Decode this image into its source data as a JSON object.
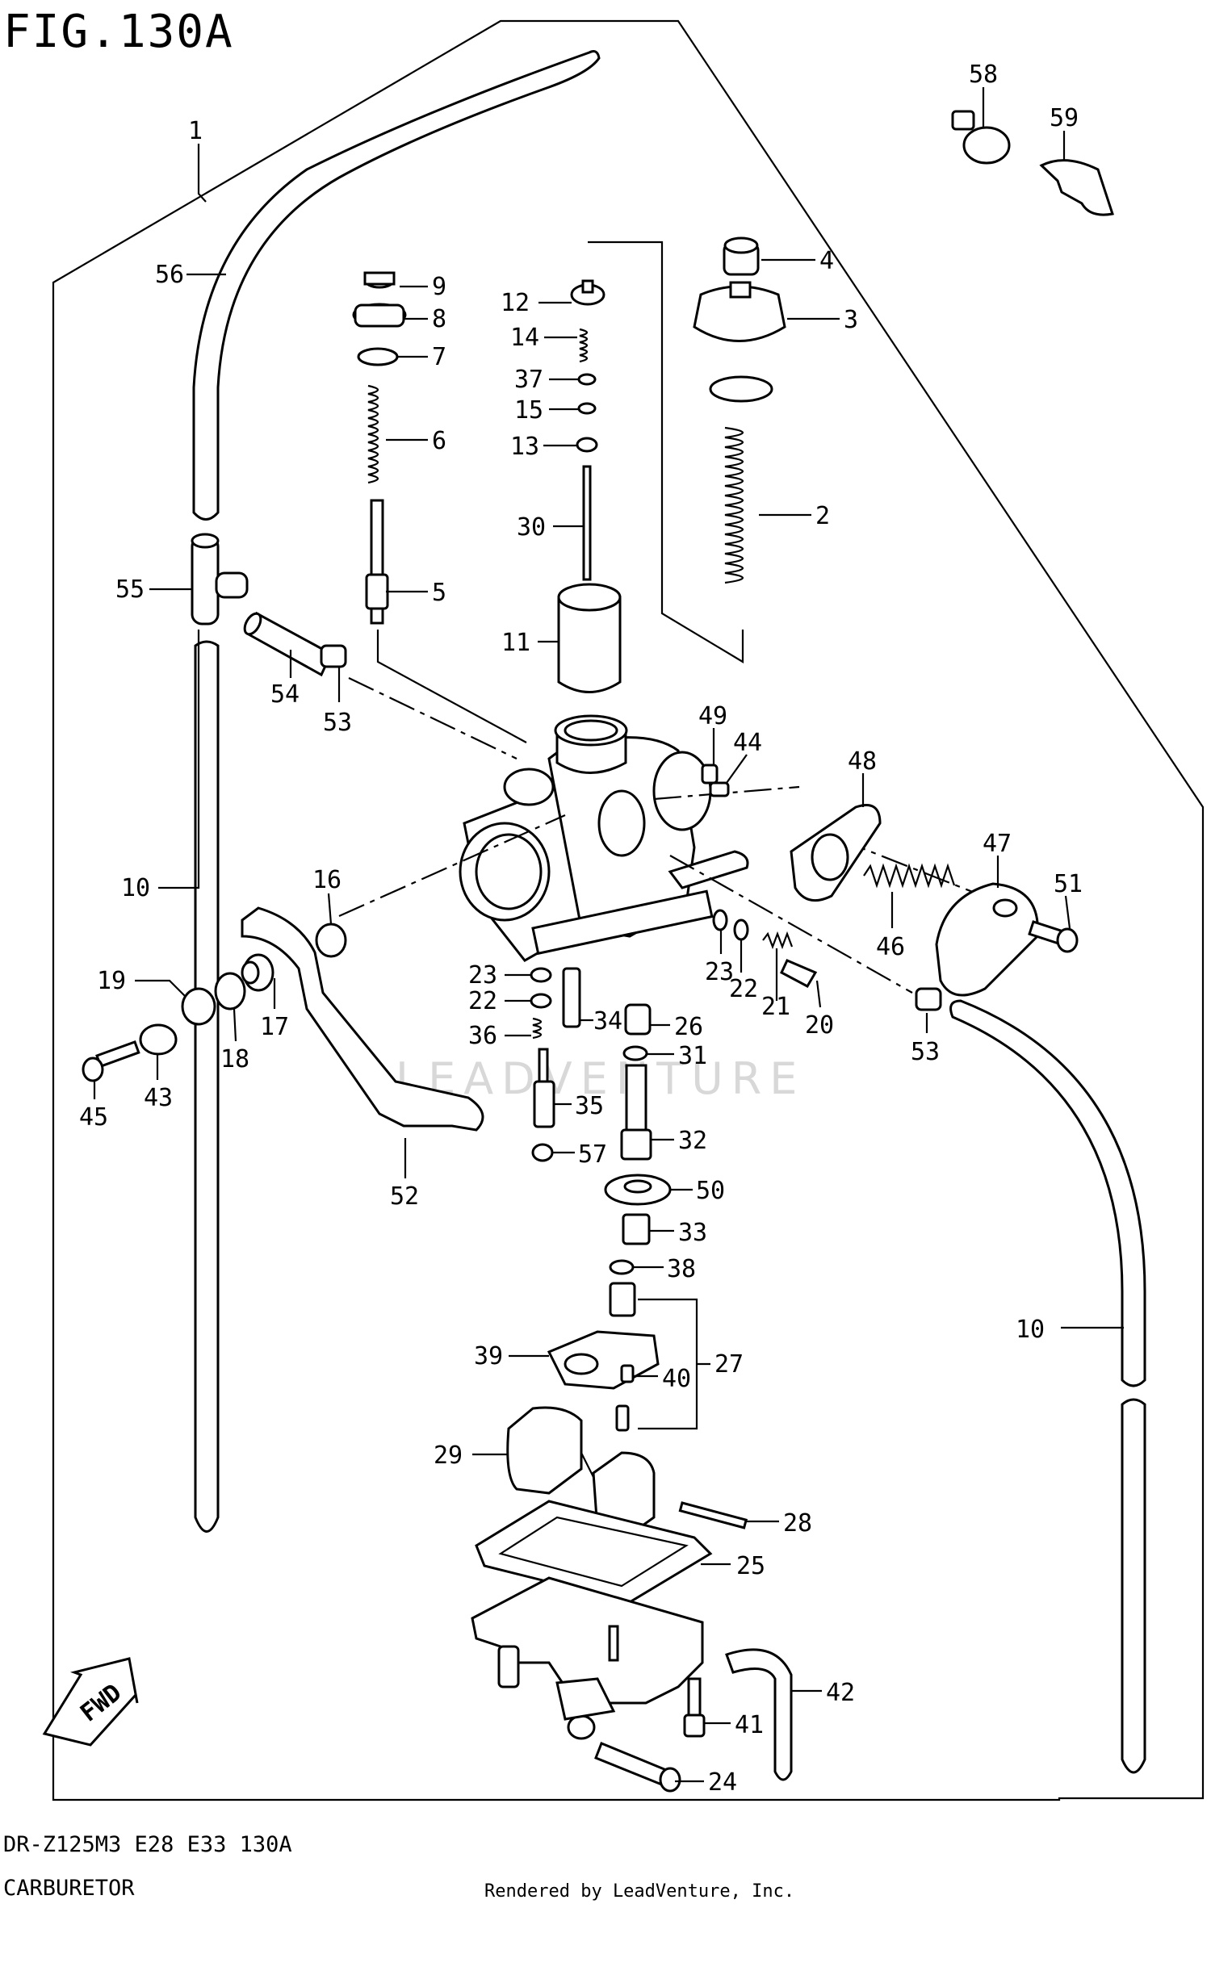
{
  "figure": {
    "title": "FIG.130A",
    "model_line": "DR-Z125M3 E28 E33 130A",
    "section_name": "CARBURETOR",
    "render_credit": "Rendered by LeadVenture, Inc.",
    "watermark": "LEADVENTURE",
    "fwd_label": "FWD"
  },
  "callouts": [
    {
      "id": "c1",
      "label": "1"
    },
    {
      "id": "c56",
      "label": "56"
    },
    {
      "id": "c9",
      "label": "9"
    },
    {
      "id": "c8",
      "label": "8"
    },
    {
      "id": "c7",
      "label": "7"
    },
    {
      "id": "c6",
      "label": "6"
    },
    {
      "id": "c5",
      "label": "5"
    },
    {
      "id": "c55",
      "label": "55"
    },
    {
      "id": "c54",
      "label": "54"
    },
    {
      "id": "c53a",
      "label": "53"
    },
    {
      "id": "c12",
      "label": "12"
    },
    {
      "id": "c14",
      "label": "14"
    },
    {
      "id": "c37",
      "label": "37"
    },
    {
      "id": "c15",
      "label": "15"
    },
    {
      "id": "c13",
      "label": "13"
    },
    {
      "id": "c30",
      "label": "30"
    },
    {
      "id": "c11",
      "label": "11"
    },
    {
      "id": "c4",
      "label": "4"
    },
    {
      "id": "c3",
      "label": "3"
    },
    {
      "id": "c2",
      "label": "2"
    },
    {
      "id": "c58",
      "label": "58"
    },
    {
      "id": "c59",
      "label": "59"
    },
    {
      "id": "c49",
      "label": "49"
    },
    {
      "id": "c44",
      "label": "44"
    },
    {
      "id": "c48",
      "label": "48"
    },
    {
      "id": "c47",
      "label": "47"
    },
    {
      "id": "c51",
      "label": "51"
    },
    {
      "id": "c46",
      "label": "46"
    },
    {
      "id": "c53b",
      "label": "53"
    },
    {
      "id": "c10a",
      "label": "10"
    },
    {
      "id": "c16",
      "label": "16"
    },
    {
      "id": "c19",
      "label": "19"
    },
    {
      "id": "c18",
      "label": "18"
    },
    {
      "id": "c17",
      "label": "17"
    },
    {
      "id": "c43",
      "label": "43"
    },
    {
      "id": "c45",
      "label": "45"
    },
    {
      "id": "c52",
      "label": "52"
    },
    {
      "id": "c23a",
      "label": "23"
    },
    {
      "id": "c22a",
      "label": "22"
    },
    {
      "id": "c36",
      "label": "36"
    },
    {
      "id": "c34",
      "label": "34"
    },
    {
      "id": "c26",
      "label": "26"
    },
    {
      "id": "c31",
      "label": "31"
    },
    {
      "id": "c35",
      "label": "35"
    },
    {
      "id": "c57",
      "label": "57"
    },
    {
      "id": "c32",
      "label": "32"
    },
    {
      "id": "c50",
      "label": "50"
    },
    {
      "id": "c33",
      "label": "33"
    },
    {
      "id": "c38",
      "label": "38"
    },
    {
      "id": "c23b",
      "label": "23"
    },
    {
      "id": "c22b",
      "label": "22"
    },
    {
      "id": "c21",
      "label": "21"
    },
    {
      "id": "c20",
      "label": "20"
    },
    {
      "id": "c10b",
      "label": "10"
    },
    {
      "id": "c39",
      "label": "39"
    },
    {
      "id": "c27",
      "label": "27"
    },
    {
      "id": "c40",
      "label": "40"
    },
    {
      "id": "c29",
      "label": "29"
    },
    {
      "id": "c28",
      "label": "28"
    },
    {
      "id": "c25",
      "label": "25"
    },
    {
      "id": "c42",
      "label": "42"
    },
    {
      "id": "c41",
      "label": "41"
    },
    {
      "id": "c24",
      "label": "24"
    }
  ]
}
